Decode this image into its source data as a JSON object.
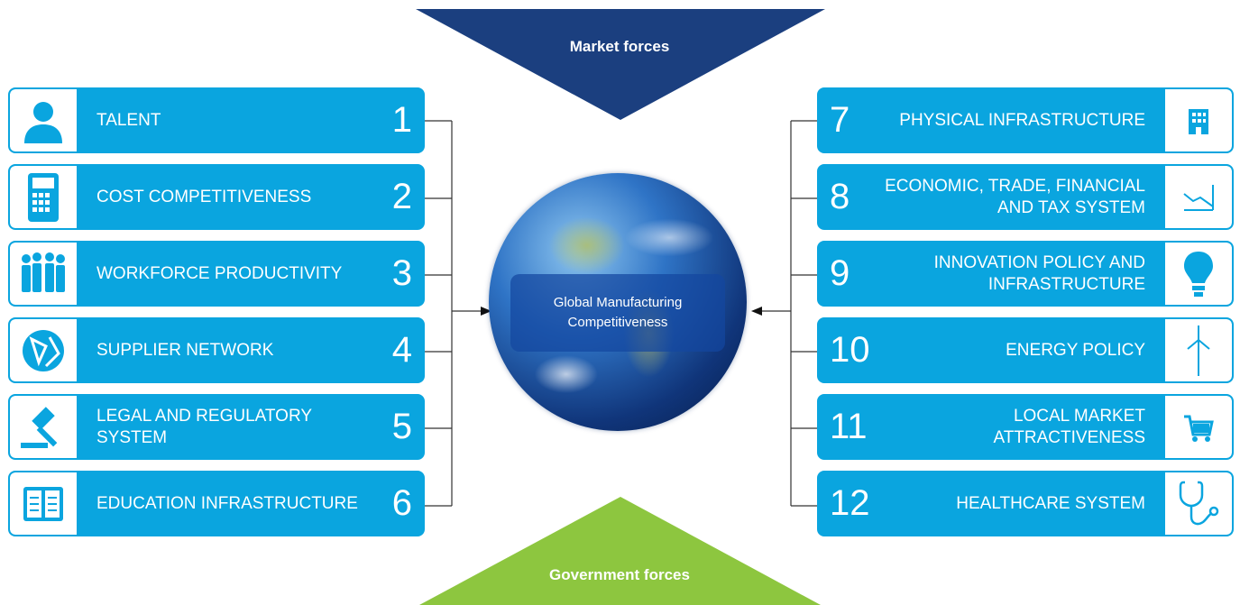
{
  "market_forces": {
    "label": "Market forces"
  },
  "government_forces": {
    "label": "Government forces"
  },
  "center": {
    "line1": "Global Manufacturing",
    "line2": "Competitiveness"
  },
  "left_factors": [
    {
      "number": "1",
      "label": "TALENT",
      "icon": "person-icon"
    },
    {
      "number": "2",
      "label": "COST COMPETITIVENESS",
      "icon": "calculator-icon"
    },
    {
      "number": "3",
      "label": "WORKFORCE PRODUCTIVITY",
      "icon": "workforce-icon"
    },
    {
      "number": "4",
      "label": "SUPPLIER NETWORK",
      "icon": "globe-network-icon"
    },
    {
      "number": "5",
      "label": "LEGAL AND REGULATORY SYSTEM",
      "icon": "gavel-icon"
    },
    {
      "number": "6",
      "label": "EDUCATION INFRASTRUCTURE",
      "icon": "book-icon"
    }
  ],
  "right_factors": [
    {
      "number": "7",
      "label": "PHYSICAL INFRASTRUCTURE",
      "icon": "building-icon"
    },
    {
      "number": "8",
      "label": "ECONOMIC, TRADE, FINANCIAL AND TAX SYSTEM",
      "icon": "chart-icon"
    },
    {
      "number": "9",
      "label": "INNOVATION POLICY AND INFRASTRUCTURE",
      "icon": "lightbulb-icon"
    },
    {
      "number": "10",
      "label": "ENERGY POLICY",
      "icon": "wind-turbine-icon"
    },
    {
      "number": "11",
      "label": "LOCAL MARKET ATTRACTIVENESS",
      "icon": "shopping-cart-icon"
    },
    {
      "number": "12",
      "label": "HEALTHCARE SYSTEM",
      "icon": "stethoscope-icon"
    }
  ],
  "colors": {
    "box": "#0aa5df",
    "market": "#1b3f7f",
    "government": "#8dc63f",
    "icon": "#0aa5df"
  }
}
